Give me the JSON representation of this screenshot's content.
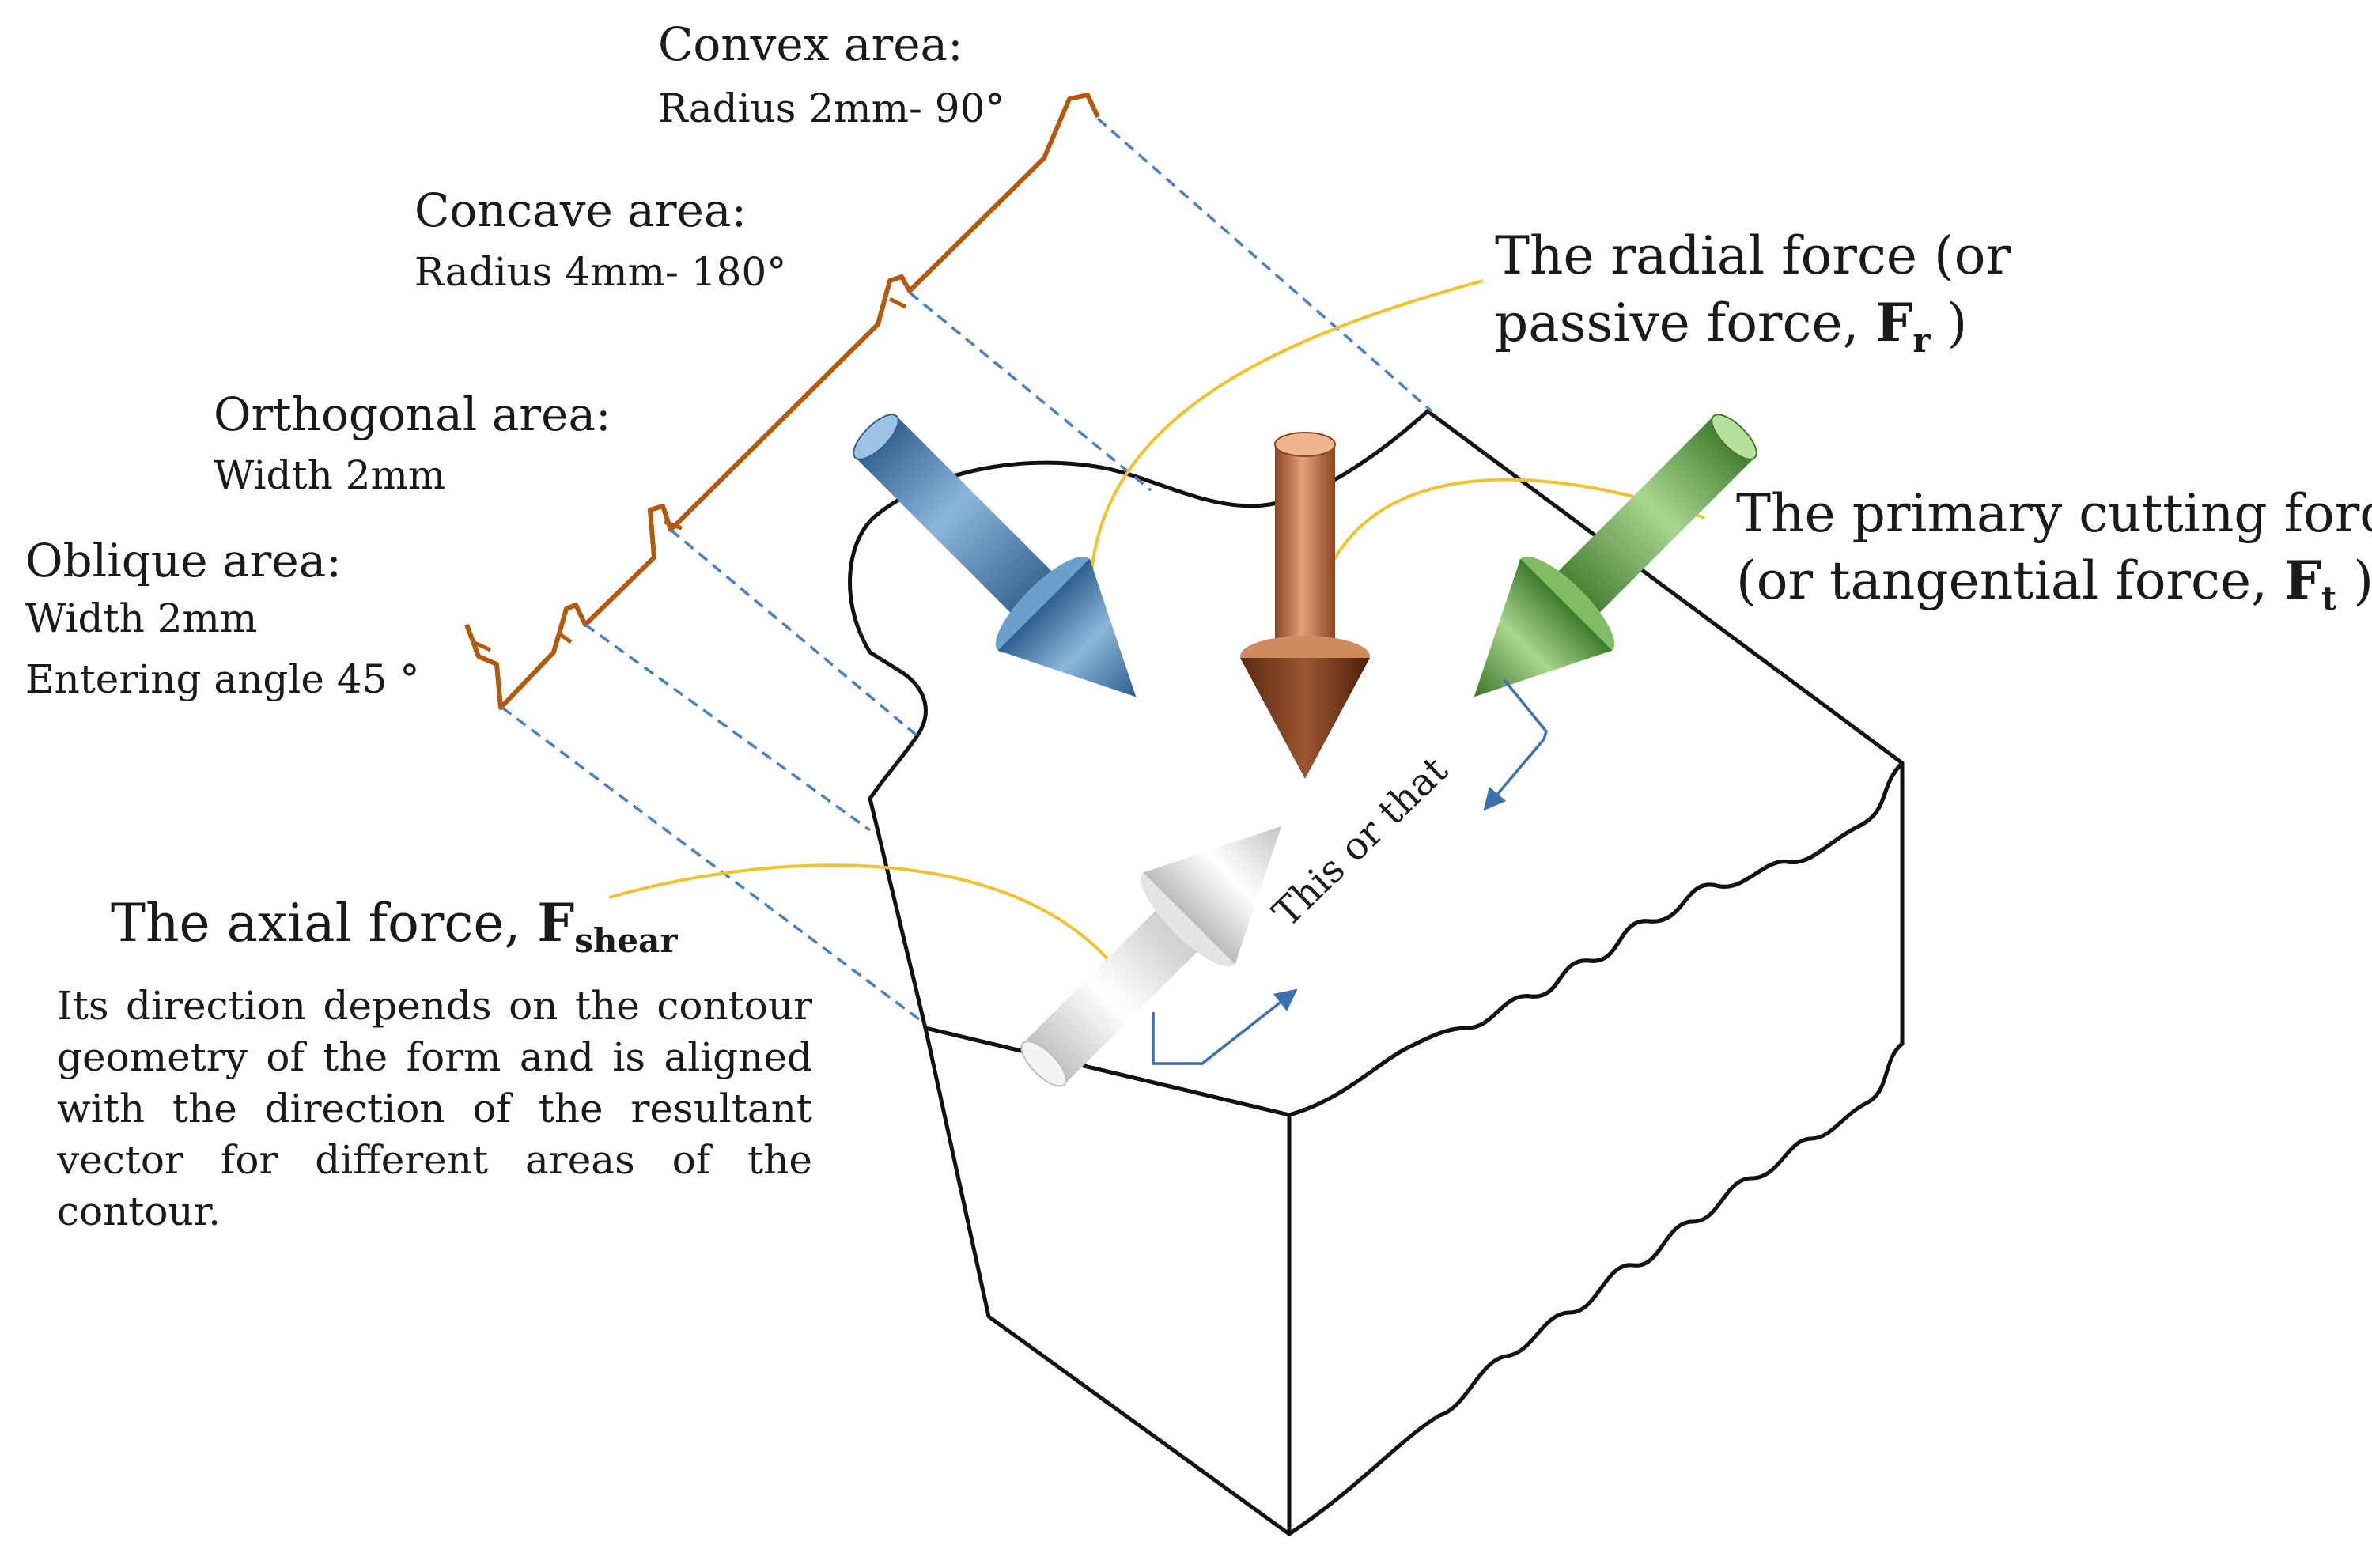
{
  "areas": {
    "convex": {
      "title": "Convex area:",
      "detail": "Radius 2mm- 90°"
    },
    "concave": {
      "title": "Concave area:",
      "detail": "Radius 4mm- 180°"
    },
    "orthogonal": {
      "title": "Orthogonal area:",
      "detail": "Width 2mm"
    },
    "oblique": {
      "title": "Oblique area:",
      "detail_1": "Width 2mm",
      "detail_2": "Entering angle 45 °"
    }
  },
  "forces": {
    "radial": {
      "line1": "The radial force (or",
      "line2_prefix": "passive force, ",
      "symbol": "F",
      "subscript": "r",
      "suffix": " )"
    },
    "primary": {
      "line1": "The primary cutting force",
      "line2_prefix": "(or tangential force, ",
      "symbol": "F",
      "subscript": "t",
      "suffix": " )"
    },
    "axial": {
      "prefix": "The axial force, ",
      "symbol": "F",
      "subscript": "shear",
      "description": "Its direction depends on the contour geometry of the form and is aligned with the direction of the resultant vector for different areas of the contour."
    }
  },
  "direction_note": "This or that",
  "colors": {
    "contour_profile": "#b5590f",
    "projection_lines": "#4a7fc1",
    "leader_lines": "#f2c12e",
    "radial_arrow": "#c9774a",
    "primary_arrow": "#6aa84f",
    "oblique_arrow": "#4f86b8",
    "axial_arrow": "#d9d9d9",
    "outline": "#111111"
  }
}
